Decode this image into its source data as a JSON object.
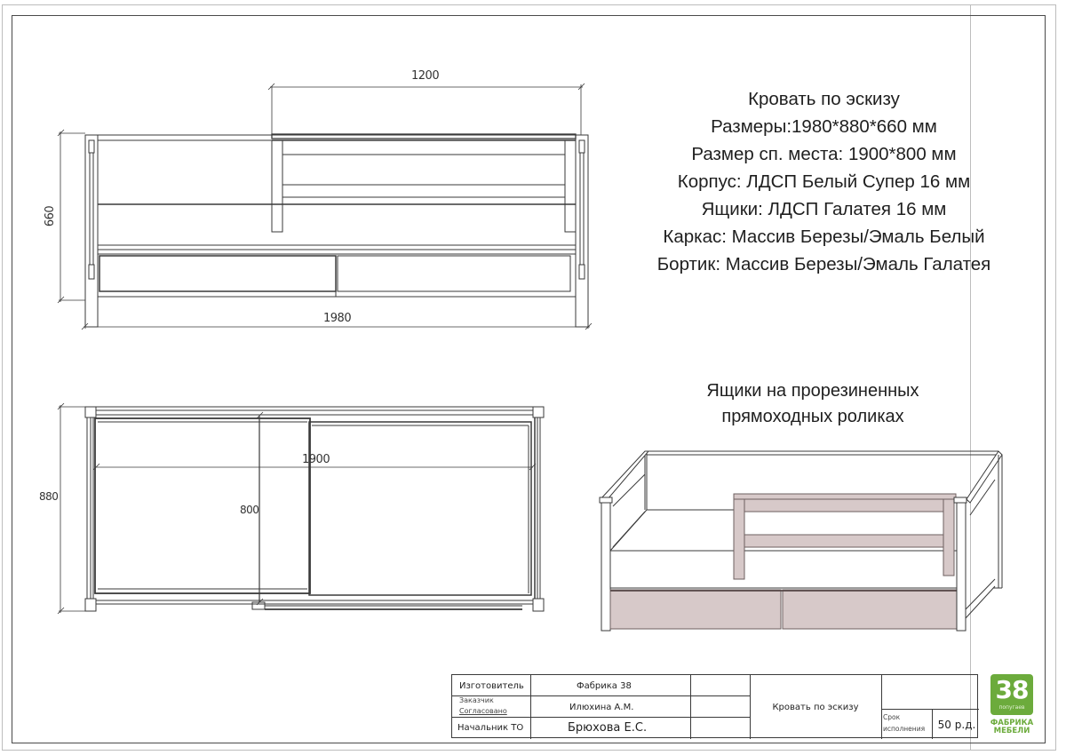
{
  "sheet": {
    "spec": {
      "title": "Кровать по эскизу",
      "lines": [
        "Размеры:1980*880*660 мм",
        "Размер сп. места: 1900*800 мм",
        "Корпус: ЛДСП Белый Супер 16 мм",
        "Ящики: ЛДСП Галатея 16 мм",
        "Каркас: Массив Березы/Эмаль Белый",
        "Бортик: Массив Березы/Эмаль Галатея"
      ]
    },
    "perspective_caption": {
      "line1": "Ящики на прорезиненных",
      "line2": "прямоходных роликах"
    },
    "front_view": {
      "dim_width": "1980",
      "dim_height": "660",
      "dim_rail": "1200"
    },
    "top_view": {
      "dim_depth": "880",
      "dim_sleep_length": "1900",
      "dim_sleep_width": "800"
    },
    "colors": {
      "line": "#3a3a3a",
      "accent_galatea": "#d7c9c9",
      "accent_galatea_edge": "#8f7f7f",
      "logo_green": "#6cab3c"
    }
  },
  "title_block": {
    "row1_label": "Изготовитель",
    "row1_value": "Фабрика 38",
    "row2_label_a": "Заказчик",
    "row2_label_b": "Согласовано",
    "row2_value": "Илюхина А.М.",
    "row3_label": "Начальник ТО",
    "row3_value": "Брюхова Е.С.",
    "product_name": "Кровать по эскизу",
    "deadline_label_a": "Срок",
    "deadline_label_b": "исполнения",
    "deadline_value": "50 р.д."
  },
  "logo": {
    "number": "38",
    "subtitle": "попугаев",
    "line1": "ФАБРИКА",
    "line2": "МЕБЕЛИ"
  }
}
